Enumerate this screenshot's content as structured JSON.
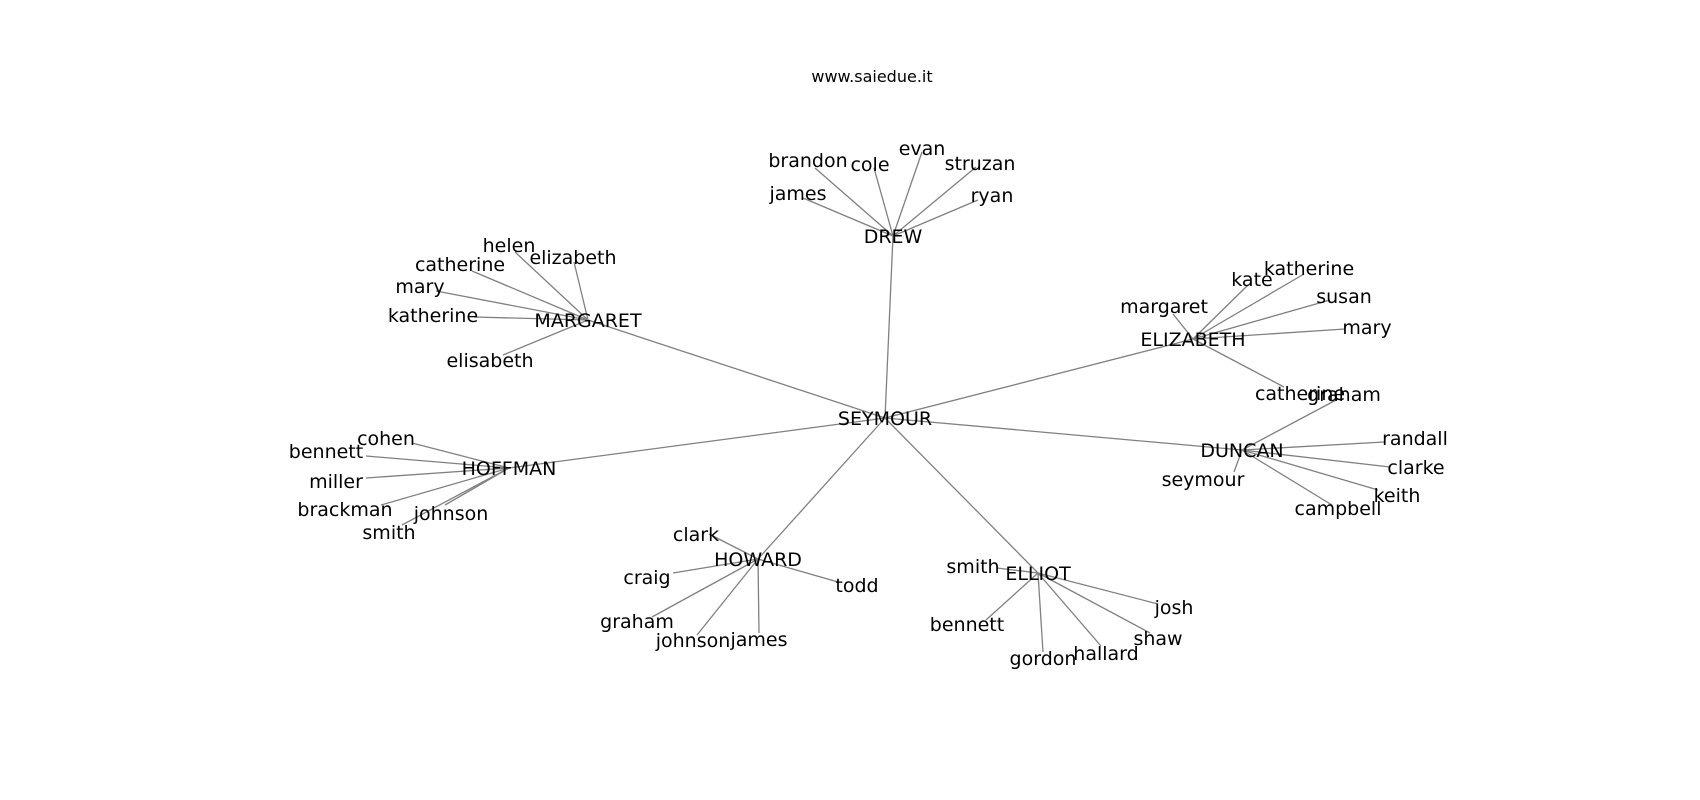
{
  "title": "www.saiedue.it",
  "graph": {
    "root": "SEYMOUR",
    "groups": [
      {
        "name": "DREW",
        "children": [
          "brandon",
          "cole",
          "evan",
          "struzan",
          "james",
          "ryan"
        ]
      },
      {
        "name": "MARGARET",
        "children": [
          "helen",
          "elizabeth",
          "catherine",
          "mary",
          "katherine",
          "elisabeth"
        ]
      },
      {
        "name": "ELIZABETH",
        "children": [
          "kate",
          "katherine",
          "margaret",
          "susan",
          "mary",
          "catherine"
        ]
      },
      {
        "name": "DUNCAN",
        "children": [
          "graham",
          "randall",
          "clarke",
          "seymour",
          "keith",
          "campbell"
        ]
      },
      {
        "name": "HOFFMAN",
        "children": [
          "cohen",
          "bennett",
          "miller",
          "brackman",
          "johnson",
          "smith"
        ]
      },
      {
        "name": "HOWARD",
        "children": [
          "clark",
          "craig",
          "todd",
          "graham",
          "johnson",
          "james"
        ]
      },
      {
        "name": "ELLIOT",
        "children": [
          "smith",
          "josh",
          "bennett",
          "shaw",
          "hallard",
          "gordon"
        ]
      }
    ]
  }
}
